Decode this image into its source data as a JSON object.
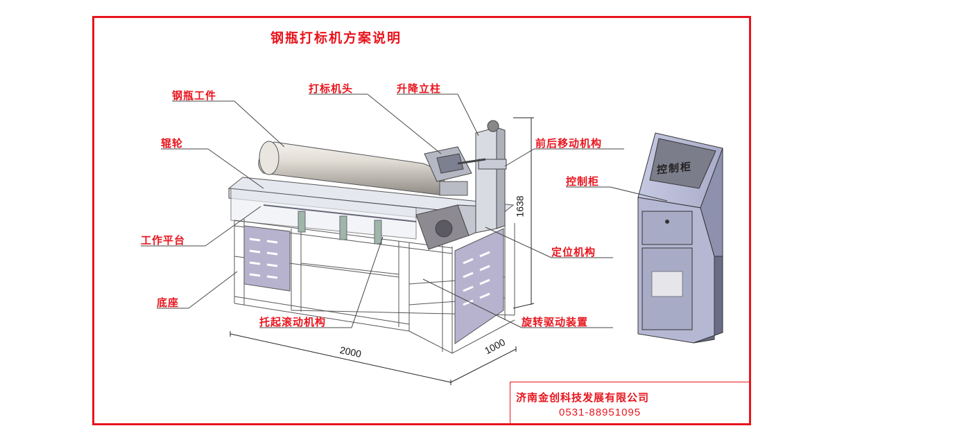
{
  "title": "钢瓶打标机方案说明",
  "labels": {
    "cylinder": "钢瓶工件",
    "marking_head": "打标机头",
    "lift_column": "升降立柱",
    "roller": "辊轮",
    "front_back_move": "前后移动机构",
    "control_cabinet": "控制柜",
    "work_table": "工作平台",
    "positioning": "定位机构",
    "base": "底座",
    "lift_roll": "托起滚动机构",
    "rotation_drive": "旋转驱动装置",
    "screen_text": "控制柜"
  },
  "dimensions": {
    "height": "1638",
    "length": "2000",
    "width": "1000"
  },
  "footer": {
    "company": "济南金创科技发展有限公司",
    "phone": "0531-88951095"
  },
  "colors": {
    "accent": "#e8141d",
    "cabinet": "#b9bcd8",
    "frame_metal": "#c8ccd8",
    "cylinder": "#d8d4cc"
  }
}
